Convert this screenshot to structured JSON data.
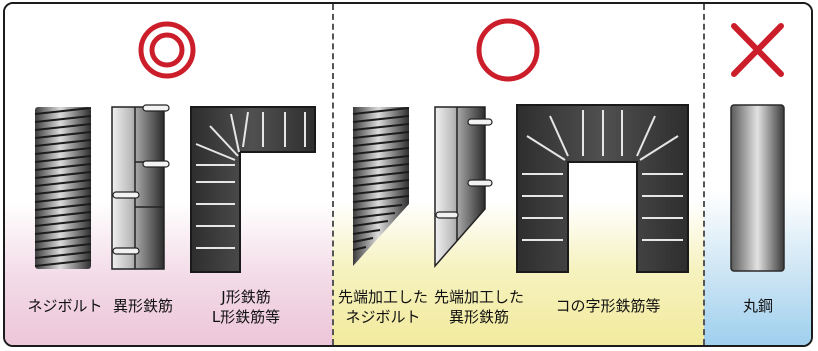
{
  "ratings": {
    "excellent": "◎",
    "good": "○",
    "bad": "×"
  },
  "captions": {
    "screw_bolt": "ネジボルト",
    "deformed_bar": "異形鉄筋",
    "j_bar": "J形鉄筋",
    "l_bar": "L形鉄筋等",
    "tip_processed_1": "先端加工した",
    "screw_bolt_2": "ネジボルト",
    "tip_processed_2": "先端加工した",
    "deformed_bar_2": "異形鉄筋",
    "u_bar": "コの字形鉄筋等",
    "round_bar": "丸鋼"
  },
  "colors": {
    "rating_red": "#cc1e2a",
    "steel_dark": "#3a3a3a",
    "steel_light": "#d9d9d9"
  }
}
